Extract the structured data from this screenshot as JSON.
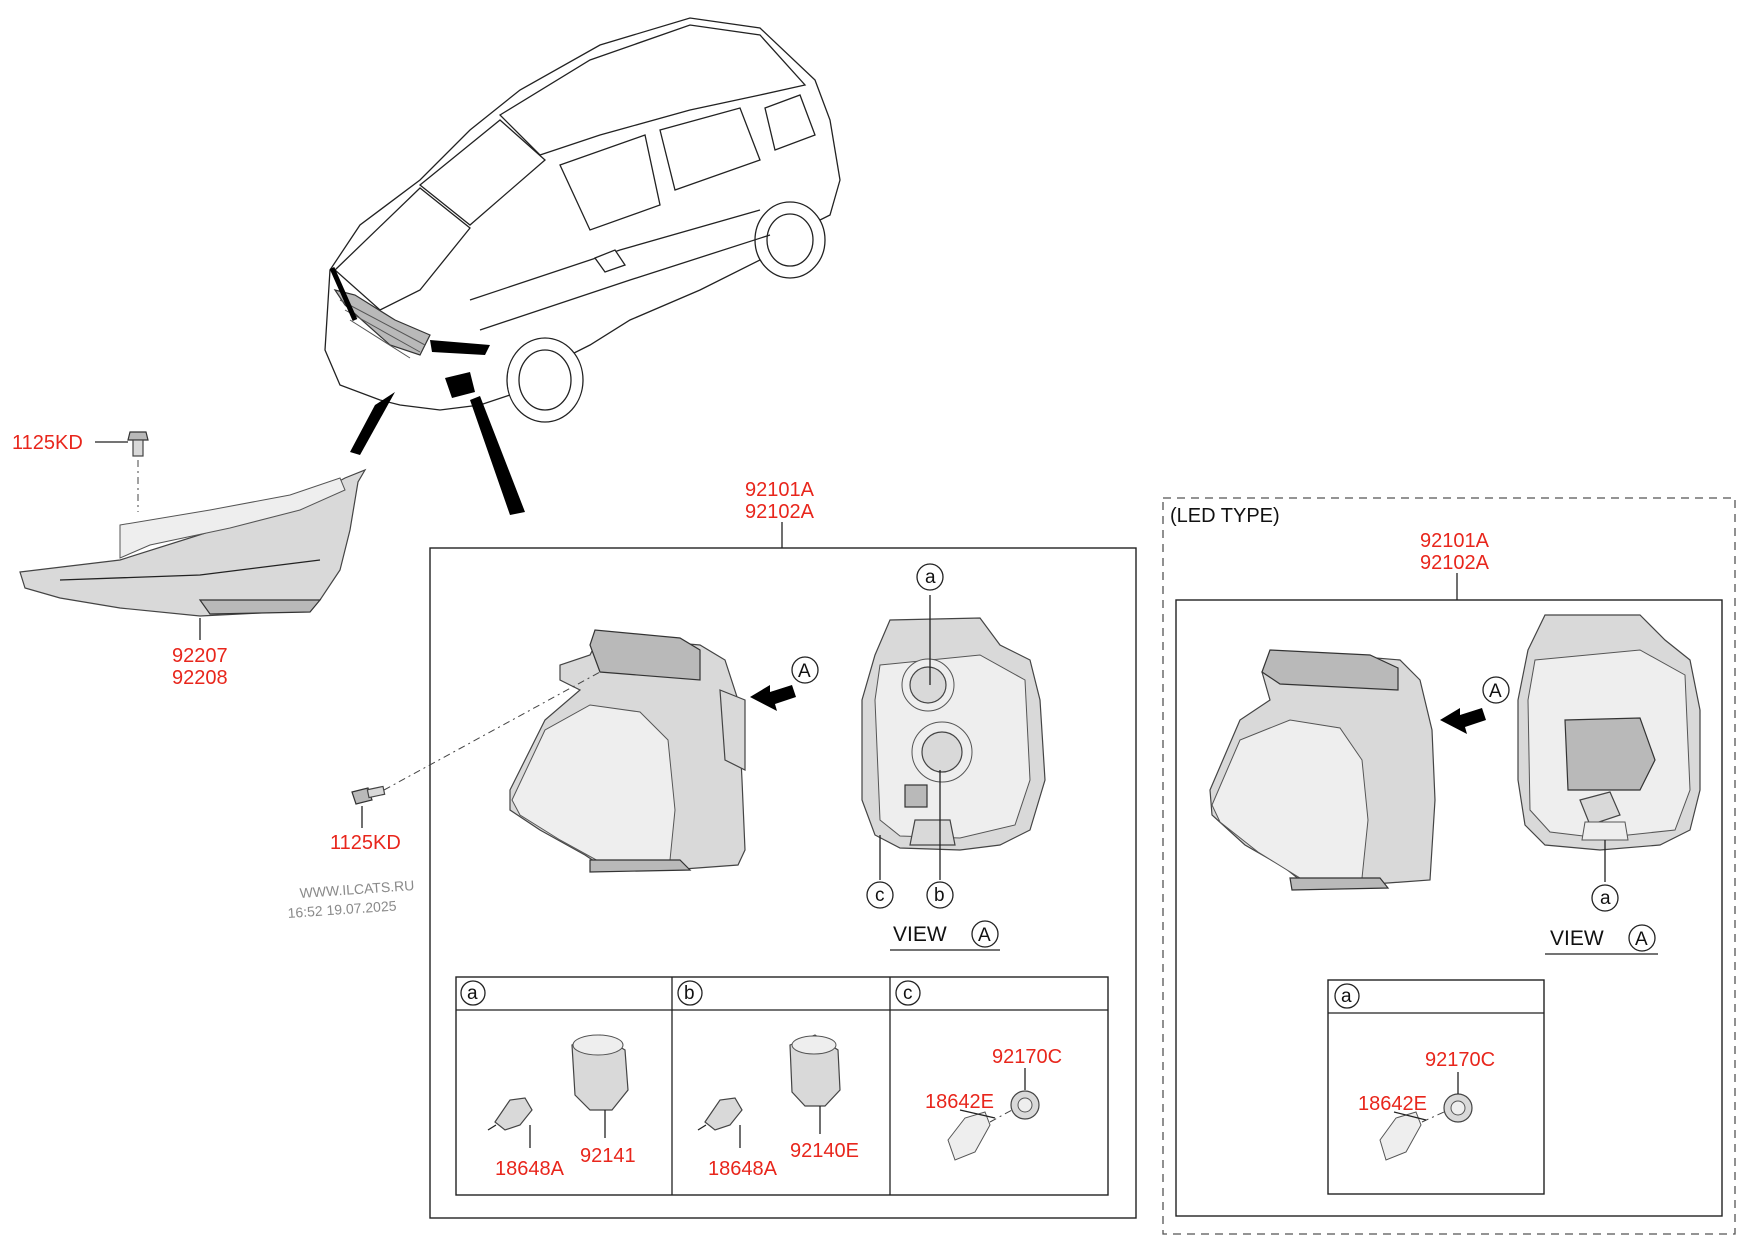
{
  "parts": {
    "bolt_upper": "1125KD",
    "bolt_lower": "1125KD",
    "fog_lamp_line1": "92207",
    "fog_lamp_line2": "92208",
    "headlamp_line1": "92101A",
    "headlamp_line2": "92102A",
    "led_headlamp_line1": "92101A",
    "led_headlamp_line2": "92102A",
    "bulb_a": "18648A",
    "holder_a": "92141",
    "bulb_b": "18648A",
    "holder_b": "92140E",
    "socket_c": "92170C",
    "bulb_c": "18642E",
    "led_socket_a": "92170C",
    "led_bulb_a": "18642E"
  },
  "labels": {
    "led_type": "(LED TYPE)",
    "view": "VIEW",
    "view_led": "VIEW",
    "marker_A": "A",
    "marker_a": "a",
    "marker_b": "b",
    "marker_c": "c"
  },
  "watermark": {
    "line1": "WWW.ILCATS.RU",
    "line2": "16:52 19.07.2025"
  },
  "colors": {
    "part_number": "#e8261c",
    "line": "#222222"
  }
}
